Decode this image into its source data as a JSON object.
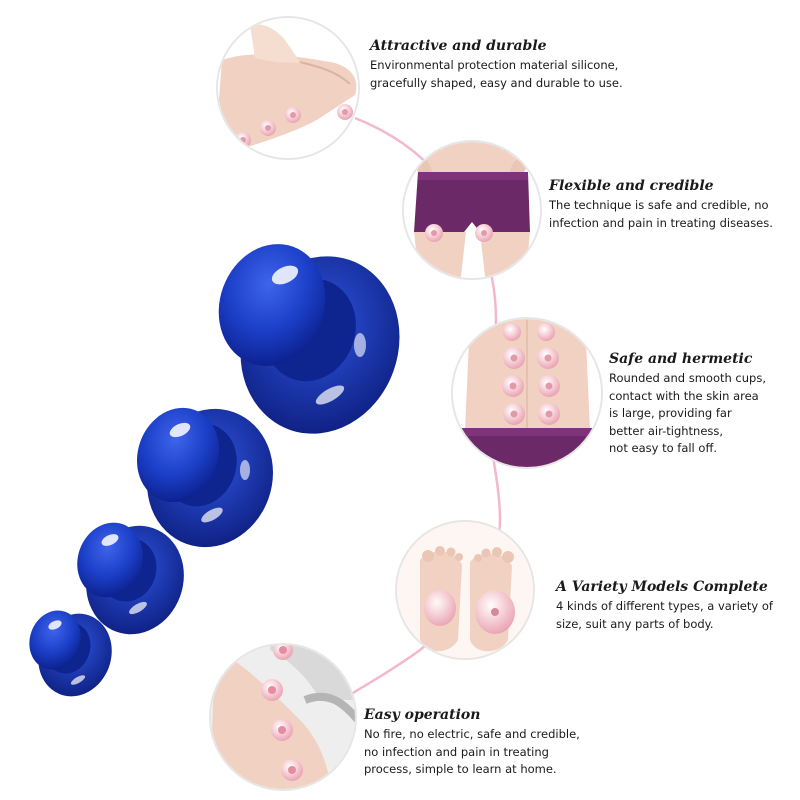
{
  "colors": {
    "connector": "#f4b8cd",
    "circle_border": "#e6e6e6",
    "cup_blue": "#1c3fc8",
    "cup_shadow": "#0b1f8a",
    "silicone_pink": "#f6c9d3",
    "shorts_purple": "#6b2a67",
    "skin": "#f1d2c2"
  },
  "features": [
    {
      "title": "Attractive and durable",
      "lines": [
        "Environmental protection material silicone,",
        "gracefully shaped, easy and durable to use."
      ]
    },
    {
      "title": "Flexible and credible",
      "lines": [
        "The technique is safe and credible, no",
        "infection and pain in treating diseases."
      ]
    },
    {
      "title": "Safe and hermetic",
      "lines": [
        "Rounded and smooth cups,",
        "contact with the skin area",
        "is large, providing far",
        "better air-tightness,",
        "not easy to fall off."
      ]
    },
    {
      "title": "A Variety Models Complete",
      "lines": [
        "4 kinds of different types, a variety of",
        "size, suit any parts of body."
      ]
    },
    {
      "title": "Easy operation",
      "lines": [
        "No fire, no electric, safe and credible,",
        "no infection and pain in treating",
        "process, simple to learn at home."
      ]
    }
  ]
}
